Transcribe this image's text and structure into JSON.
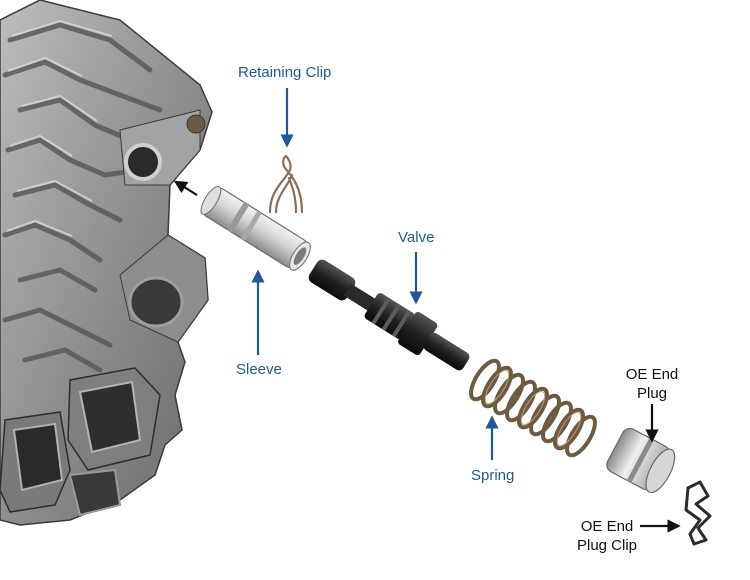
{
  "labels": {
    "retaining_clip": "Retaining Clip",
    "valve": "Valve",
    "sleeve": "Sleeve",
    "spring": "Spring",
    "oe_end_plug": [
      "OE End",
      "Plug"
    ],
    "oe_end_plug_clip": [
      "OE End",
      "Plug Clip"
    ]
  },
  "colors": {
    "blue_label": "#1f5a96",
    "black_label": "#111111",
    "valve_body": "#9a9a9a",
    "valve_body_dark": "#4a4a4a",
    "sleeve_metal": "#c9c9c9",
    "valve_metal": "#1e1e1e",
    "spring_metal": "#6e5a3e"
  }
}
